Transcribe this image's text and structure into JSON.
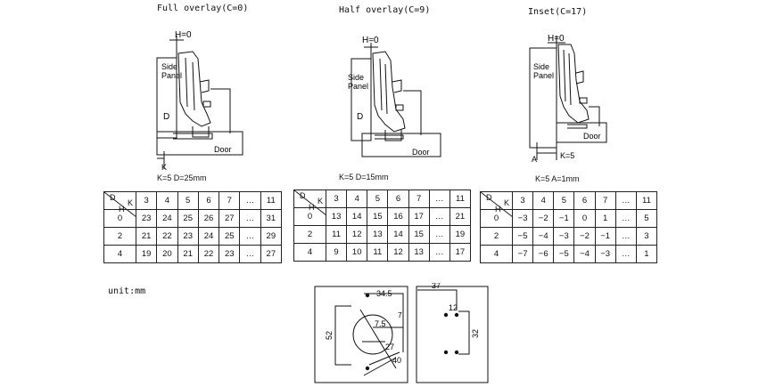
{
  "diagrams": [
    {
      "id": "full",
      "title": "Full  overlay(C=0)",
      "h_label": "H=0",
      "side_panel": [
        "Side",
        "Panel"
      ],
      "d_label": "D",
      "door_label": "Door",
      "k_label": "K",
      "caption": "K=5   D=25mm",
      "table": {
        "corner": {
          "d": "D",
          "k": "K",
          "h": "H"
        },
        "k_values": [
          "3",
          "4",
          "5",
          "6",
          "7",
          "…",
          "11"
        ],
        "rows": [
          {
            "h": "0",
            "values": [
              "23",
              "24",
              "25",
              "26",
              "27",
              "…",
              "31"
            ]
          },
          {
            "h": "2",
            "values": [
              "21",
              "22",
              "23",
              "24",
              "25",
              "…",
              "29"
            ]
          },
          {
            "h": "4",
            "values": [
              "19",
              "20",
              "21",
              "22",
              "23",
              "…",
              "27"
            ]
          }
        ]
      }
    },
    {
      "id": "half",
      "title": "Half  overlay(C=9)",
      "h_label": "H=0",
      "side_panel": [
        "Side",
        "Panel"
      ],
      "d_label": "D",
      "door_label": "Door",
      "caption": "K=5   D=15mm",
      "table": {
        "corner": {
          "d": "D",
          "k": "K",
          "h": "H"
        },
        "k_values": [
          "3",
          "4",
          "5",
          "6",
          "7",
          "…",
          "11"
        ],
        "rows": [
          {
            "h": "0",
            "values": [
              "13",
              "14",
              "15",
              "16",
              "17",
              "…",
              "21"
            ]
          },
          {
            "h": "2",
            "values": [
              "11",
              "12",
              "13",
              "14",
              "15",
              "…",
              "19"
            ]
          },
          {
            "h": "4",
            "values": [
              "9",
              "10",
              "11",
              "12",
              "13",
              "…",
              "17"
            ]
          }
        ]
      }
    },
    {
      "id": "inset",
      "title": "Inset(C=17)",
      "h_label": "H=0",
      "side_panel": [
        "Side",
        "Panel"
      ],
      "door_label": "Door",
      "a_label": "A",
      "k_label": "K=5",
      "caption": "K=5   A=1mm",
      "table": {
        "corner": {
          "d": "D",
          "k": "K",
          "h": "H"
        },
        "k_values": [
          "3",
          "4",
          "5",
          "6",
          "7",
          "…",
          "11"
        ],
        "rows": [
          {
            "h": "0",
            "values": [
              "−3",
              "−2",
              "−1",
              "0",
              "1",
              "…",
              "5"
            ]
          },
          {
            "h": "2",
            "values": [
              "−5",
              "−4",
              "−3",
              "−2",
              "−1",
              "…",
              "3"
            ]
          },
          {
            "h": "4",
            "values": [
              "−7",
              "−6",
              "−5",
              "−4",
              "−3",
              "…",
              "1"
            ]
          }
        ]
      }
    }
  ],
  "unit": "unit:mm",
  "cup_drawing": {
    "dims": {
      "top": "34.5",
      "right": "7",
      "center": "7.5",
      "left": "52",
      "diag": "27",
      "bottom": "40"
    }
  },
  "plate_drawing": {
    "dims": {
      "top": "37",
      "mid": "12",
      "right": "32"
    }
  }
}
